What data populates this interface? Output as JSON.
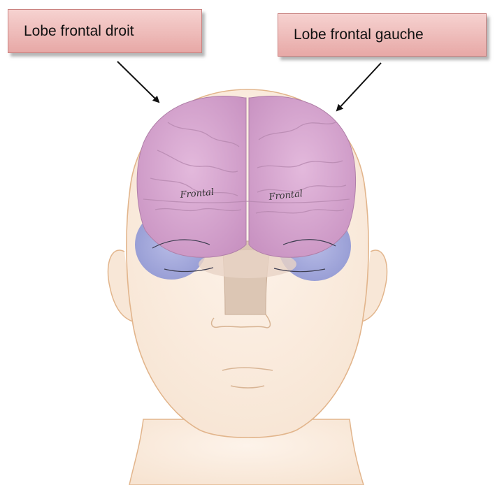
{
  "labels": {
    "left": "Lobe frontal droit",
    "right": "Lobe frontal gauche"
  },
  "brain_text": {
    "left": "Frontal",
    "right": "Frontal"
  },
  "colors": {
    "label_fill_top": "#f6d2d0",
    "label_fill_bottom": "#e7a8a6",
    "head_fill": "#fbeee3",
    "head_outline": "#e2b58c",
    "frontal_lobe": "#d6a5cf",
    "temporal_lobe": "#9fa6dc",
    "brainstem": "#dcc6b4"
  }
}
